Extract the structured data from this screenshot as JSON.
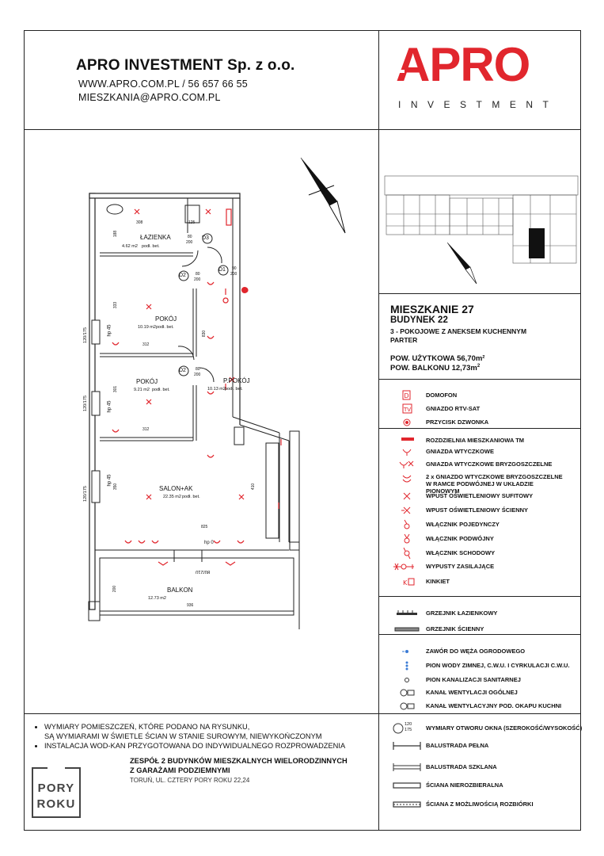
{
  "header": {
    "company_name": "APRO INVESTMENT Sp. z o.o.",
    "contact_web_phone": "WWW.APRO.COM.PL / 56 657 66 55",
    "contact_email": "MIESZKANIA@APRO.COM.PL",
    "logo_word": "APRO",
    "logo_sub": "INVESTMENT",
    "logo_color": "#e1262d"
  },
  "plan": {
    "rooms": [
      {
        "name": "ŁAZIENKA",
        "area": "4.62 m2",
        "finish": "podł. bet."
      },
      {
        "name": "POKÓJ",
        "area": "10.19 m2",
        "finish": "podł. bet."
      },
      {
        "name": "POKÓJ",
        "area": "9.21 m2",
        "finish": "podł. bet."
      },
      {
        "name": "P.POKÓJ",
        "area": "10.13 m2",
        "finish": "podł. bet."
      },
      {
        "name": "SALON+AK",
        "area": "22.35 m2",
        "finish": "podł. bet."
      },
      {
        "name": "BALKON",
        "area": "12.73 m2",
        "finish": ""
      }
    ],
    "doors": [
      "D3",
      "D2",
      "D1",
      "D2"
    ],
    "door_dims": [
      [
        "80",
        "200"
      ],
      [
        "80",
        "200"
      ],
      [
        "90",
        "200"
      ],
      [
        "80",
        "200"
      ]
    ],
    "dims": [
      "308",
      "125",
      "188",
      "333",
      "312",
      "830",
      "301",
      "312",
      "350",
      "410",
      "825",
      "200",
      "936"
    ],
    "hp_labels": [
      "hp 45",
      "hp 45",
      "hp 45",
      "hp 0"
    ],
    "window_labels": [
      "120/175",
      "120/175",
      "120/175",
      "80/210"
    ],
    "north": "N"
  },
  "apartment": {
    "title": "MIESZKANIE 27",
    "building": "BUDYNEK 22",
    "type": "3 - POKOJOWE Z ANEKSEM KUCHENNYM",
    "floor": "PARTER",
    "usable_area": "POW. UŻYTKOWA 56,70m²",
    "balcony_area": "POW. BALKONU 12,73m",
    "balcony_sup": "2"
  },
  "legend": [
    {
      "icon": "intercom-icon",
      "label": "DOMOFON"
    },
    {
      "icon": "tv-socket-icon",
      "label": "GNIAZDO RTV-SAT"
    },
    {
      "icon": "doorbell-icon",
      "label": "PRZYCISK DZWONKA"
    },
    {
      "icon": "distribution-board-icon",
      "label": "ROZDZIELNIA MIESZKANIOWA TM"
    },
    {
      "icon": "socket-icon",
      "label": "GNIAZDA WTYCZKOWE"
    },
    {
      "icon": "splashproof-socket-icon",
      "label": "GNIAZDA WTYCZKOWE BRYZGOSZCZELNE"
    },
    {
      "icon": "double-splashproof-socket-icon",
      "label": "2 x GNIAZDO WTYCZKOWE BRYZGOSZCZELNE W RAMCE PODWÓJNEJ W UKŁADZIE PIONOWYM"
    },
    {
      "icon": "ceiling-light-icon",
      "label": "WPUST OŚWIETLENIOWY SUFITOWY"
    },
    {
      "icon": "wall-light-icon",
      "label": "WPUST OŚWIETLENIOWY ŚCIENNY"
    },
    {
      "icon": "single-switch-icon",
      "label": "WŁĄCZNIK POJEDYNCZY"
    },
    {
      "icon": "double-switch-icon",
      "label": "WŁĄCZNIK PODWÓJNY"
    },
    {
      "icon": "staircase-switch-icon",
      "label": "WŁĄCZNIK SCHODOWY"
    },
    {
      "icon": "power-outlet-icon",
      "label": "WYPUSTY ZASILAJĄCE"
    },
    {
      "icon": "sconce-icon",
      "label": "KINKIET"
    },
    {
      "icon": "bathroom-radiator-icon",
      "label": "GRZEJNIK ŁAZIENKOWY"
    },
    {
      "icon": "wall-radiator-icon",
      "label": "GRZEJNIK ŚCIENNY"
    },
    {
      "icon": "garden-valve-icon",
      "label": "ZAWÓR DO WĘŻA OGRODOWEGO"
    },
    {
      "icon": "water-riser-icon",
      "label": "PION WODY ZIMNEJ, C.W.U. I CYRKULACJI C.W.U."
    },
    {
      "icon": "sewer-riser-icon",
      "label": "PION KANALIZACJI SANITARNEJ"
    },
    {
      "icon": "vent-icon",
      "label": "KANAŁ WENTYLACJI OGÓLNEJ"
    },
    {
      "icon": "hood-vent-icon",
      "label": "KANAŁ WENTYLACYJNY POD. OKAPU KUCHNI"
    },
    {
      "icon": "window-dim-icon",
      "label": "WYMIARY OTWORU OKNA (SZEROKOŚĆ/WYSOKOŚĆ)",
      "sample_w": "120",
      "sample_h": "175"
    },
    {
      "icon": "solid-balustrade-icon",
      "label": "BALUSTRADA PEŁNA"
    },
    {
      "icon": "glass-balustrade-icon",
      "label": "BALUSTRADA SZKLANA"
    },
    {
      "icon": "load-bearing-wall-icon",
      "label": "ŚCIANA NIEROZBIERALNA"
    },
    {
      "icon": "removable-wall-icon",
      "label": "ŚCIANA Z MOŻLIWOŚCIĄ ROZBIÓRKI"
    }
  ],
  "notes": [
    "WYMIARY POMIESZCZEŃ, KTÓRE PODANO NA RYSUNKU,",
    "SĄ WYMIARAMI W ŚWIETLE ŚCIAN W STANIE SUROWYM, NIEWYKOŃCZONYM",
    "INSTALACJA WOD-KAN PRZYGOTOWANA DO INDYWIDUALNEGO ROZPROWADZENIA"
  ],
  "project": {
    "logo_top": "PORY",
    "logo_bottom": "ROKU",
    "title_line1": "ZESPÓŁ 2 BUDYNKÓW MIESZKALNYCH WIELORODZINNYCH",
    "title_line2": "Z GARAŻAMI PODZIEMNYMI",
    "address": "TORUŃ, UL. CZTERY PORY ROKU 22,24"
  }
}
